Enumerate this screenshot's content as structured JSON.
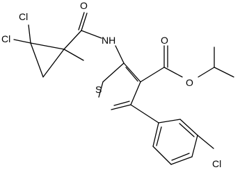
{
  "atoms": {
    "chlorine_1": "Cl",
    "chlorine_2": "Cl",
    "chlorine_aryl": "Cl",
    "amide_oxygen": "O",
    "amide_nitrogen": "NH",
    "ester_carbonyl_oxygen": "O",
    "ester_oxygen": "O",
    "thiophene_sulfur": "S"
  },
  "colors": {
    "bond": "#000000",
    "label": "#000000",
    "background": "#ffffff"
  }
}
